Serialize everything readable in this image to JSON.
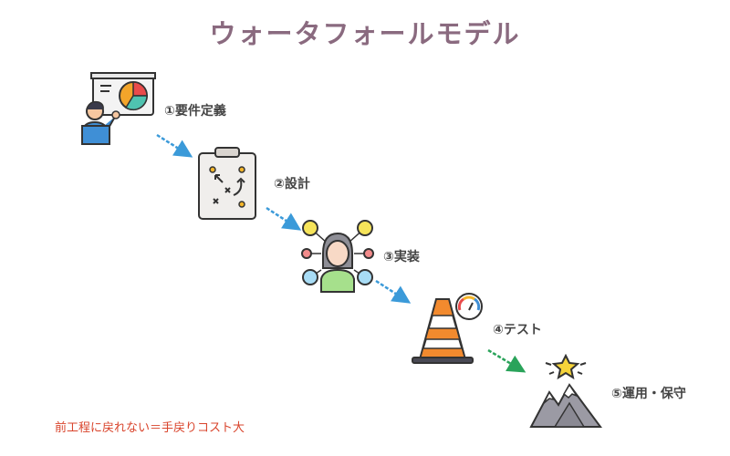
{
  "title": "ウォータフォールモデル",
  "stages": [
    {
      "label": "①要件定義",
      "icon": "presentation-icon"
    },
    {
      "label": "②設計",
      "icon": "strategy-board-icon"
    },
    {
      "label": "③実装",
      "icon": "developer-network-icon"
    },
    {
      "label": "④テスト",
      "icon": "traffic-cone-gauge-icon"
    },
    {
      "label": "⑤運用・保守",
      "icon": "mountain-star-icon"
    }
  ],
  "colors": {
    "title": "#8a6a7f",
    "arrow_blue": "#3b9ad9",
    "arrow_green": "#2aa35a",
    "note": "#d9442c"
  },
  "note": "前工程に戻れない＝手戻りコスト大"
}
